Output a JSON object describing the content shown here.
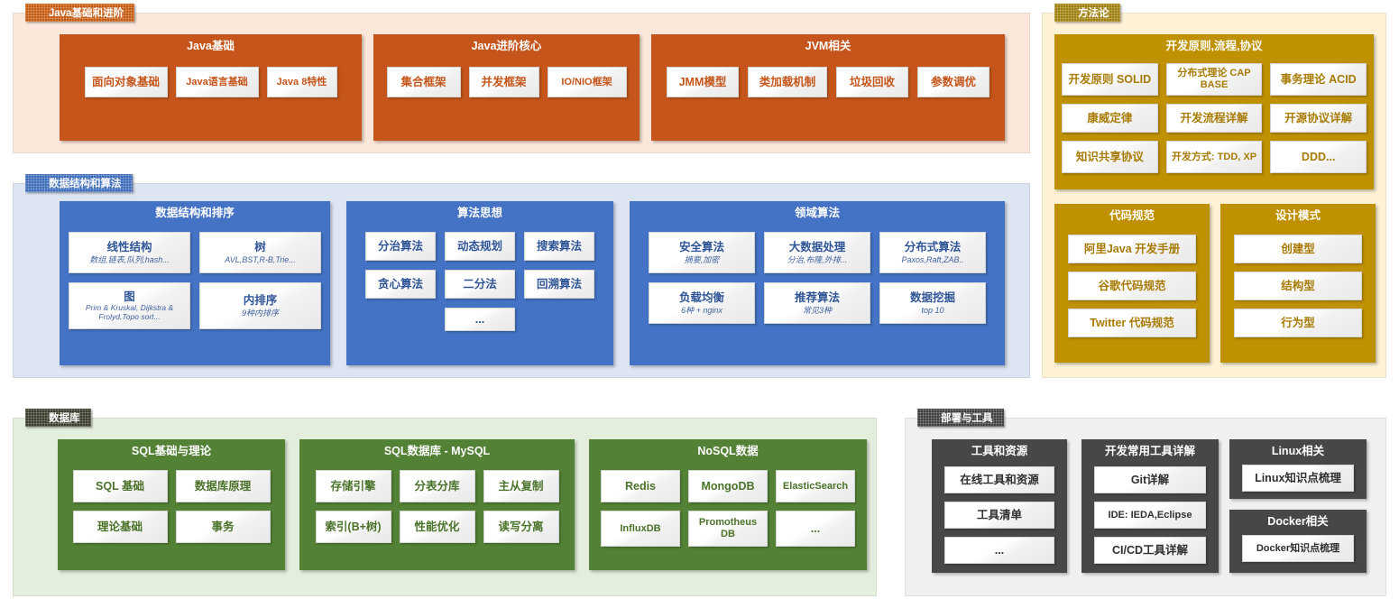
{
  "sections": [
    {
      "id": "java",
      "tab": "Java基础和进阶",
      "palette": "orange",
      "groups": [
        {
          "title": "Java基础",
          "rows": [
            [
              {
                "t": "面向对象基础"
              },
              {
                "t": "Java语言基础"
              },
              {
                "t": "Java 8特性"
              }
            ]
          ]
        },
        {
          "title": "Java进阶核心",
          "rows": [
            [
              {
                "t": "集合框架"
              },
              {
                "t": "并发框架"
              },
              {
                "t": "IO/NIO框架"
              }
            ]
          ]
        },
        {
          "title": "JVM相关",
          "rows": [
            [
              {
                "t": "JMM模型"
              },
              {
                "t": "类加载机制"
              },
              {
                "t": "垃圾回收"
              },
              {
                "t": "参数调优"
              }
            ]
          ]
        }
      ]
    },
    {
      "id": "algo",
      "tab": "数据结构和算法",
      "palette": "blue",
      "groups": [
        {
          "title": "数据结构和排序",
          "rows": [
            [
              {
                "t": "线性结构",
                "sub": "数组,链表,队列,hash..."
              },
              {
                "t": "树",
                "sub": "AVL,BST,R-B,Trie..."
              }
            ],
            [
              {
                "t": "图",
                "sub": "Prim & Kruskal, Dijkstra & Frolyd,Topo sort..."
              },
              {
                "t": "内排序",
                "sub": "9种内排序"
              }
            ]
          ]
        },
        {
          "title": "算法思想",
          "rows": [
            [
              {
                "t": "分治算法"
              },
              {
                "t": "动态规划"
              },
              {
                "t": "搜索算法"
              }
            ],
            [
              {
                "t": "贪心算法"
              },
              {
                "t": "二分法"
              },
              {
                "t": "回溯算法"
              }
            ],
            [
              {
                "t": "..."
              }
            ]
          ]
        },
        {
          "title": "领域算法",
          "rows": [
            [
              {
                "t": "安全算法",
                "sub": "摘要,加密"
              },
              {
                "t": "大数据处理",
                "sub": "分治,布隆,外排..."
              },
              {
                "t": "分布式算法",
                "sub": "Paxos,Raft,ZAB.."
              }
            ],
            [
              {
                "t": "负载均衡",
                "sub": "6种 + nginx"
              },
              {
                "t": "推荐算法",
                "sub": "常见3种"
              },
              {
                "t": "数据挖掘",
                "sub": "top 10"
              }
            ]
          ]
        }
      ]
    },
    {
      "id": "method",
      "tab": "方法论",
      "palette": "gold",
      "groups": [
        {
          "title": "开发原则,流程,协议",
          "rows": [
            [
              {
                "t": "开发原则 SOLID"
              },
              {
                "t": "分布式理论 CAP BASE"
              },
              {
                "t": "事务理论 ACID"
              }
            ],
            [
              {
                "t": "康威定律"
              },
              {
                "t": "开发流程详解"
              },
              {
                "t": "开源协议详解"
              }
            ],
            [
              {
                "t": "知识共享协议"
              },
              {
                "t": "开发方式: TDD, XP"
              },
              {
                "t": "DDD..."
              }
            ]
          ]
        },
        {
          "title": "代码规范",
          "rows": [
            [
              {
                "t": "阿里Java 开发手册"
              }
            ],
            [
              {
                "t": "谷歌代码规范"
              }
            ],
            [
              {
                "t": "Twitter 代码规范"
              }
            ]
          ]
        },
        {
          "title": "设计模式",
          "rows": [
            [
              {
                "t": "创建型"
              }
            ],
            [
              {
                "t": "结构型"
              }
            ],
            [
              {
                "t": "行为型"
              }
            ]
          ]
        }
      ]
    },
    {
      "id": "db",
      "tab": "数据库",
      "palette": "green",
      "groups": [
        {
          "title": "SQL基础与理论",
          "rows": [
            [
              {
                "t": "SQL 基础"
              },
              {
                "t": "数据库原理"
              }
            ],
            [
              {
                "t": "理论基础"
              },
              {
                "t": "事务"
              }
            ]
          ]
        },
        {
          "title": "SQL数据库 - MySQL",
          "rows": [
            [
              {
                "t": "存储引擎"
              },
              {
                "t": "分表分库"
              },
              {
                "t": "主从复制"
              }
            ],
            [
              {
                "t": "索引(B+树)"
              },
              {
                "t": "性能优化"
              },
              {
                "t": "读写分离"
              }
            ]
          ]
        },
        {
          "title": "NoSQL数据",
          "rows": [
            [
              {
                "t": "Redis"
              },
              {
                "t": "MongoDB"
              },
              {
                "t": "ElasticSearch"
              }
            ],
            [
              {
                "t": "InfluxDB"
              },
              {
                "t": "Promotheus DB"
              },
              {
                "t": "..."
              }
            ]
          ]
        }
      ]
    },
    {
      "id": "tools",
      "tab": "部署与工具",
      "palette": "gray",
      "groups": [
        {
          "title": "工具和资源",
          "rows": [
            [
              {
                "t": "在线工具和资源"
              }
            ],
            [
              {
                "t": "工具清单"
              }
            ],
            [
              {
                "t": "..."
              }
            ]
          ]
        },
        {
          "title": "开发常用工具详解",
          "rows": [
            [
              {
                "t": "Git详解"
              }
            ],
            [
              {
                "t": "IDE: IEDA,Eclipse"
              }
            ],
            [
              {
                "t": "CI/CD工具详解"
              }
            ]
          ]
        },
        {
          "title": "Linux相关",
          "rows": [
            [
              {
                "t": "Linux知识点梳理"
              }
            ]
          ]
        },
        {
          "title": "Docker相关",
          "rows": [
            [
              {
                "t": "Docker知识点梳理"
              }
            ]
          ]
        }
      ]
    }
  ],
  "colors": {
    "orange": "#c5551a",
    "blue": "#4472c4",
    "gold": "#bf9000",
    "green": "#538135",
    "gray": "#474747"
  }
}
